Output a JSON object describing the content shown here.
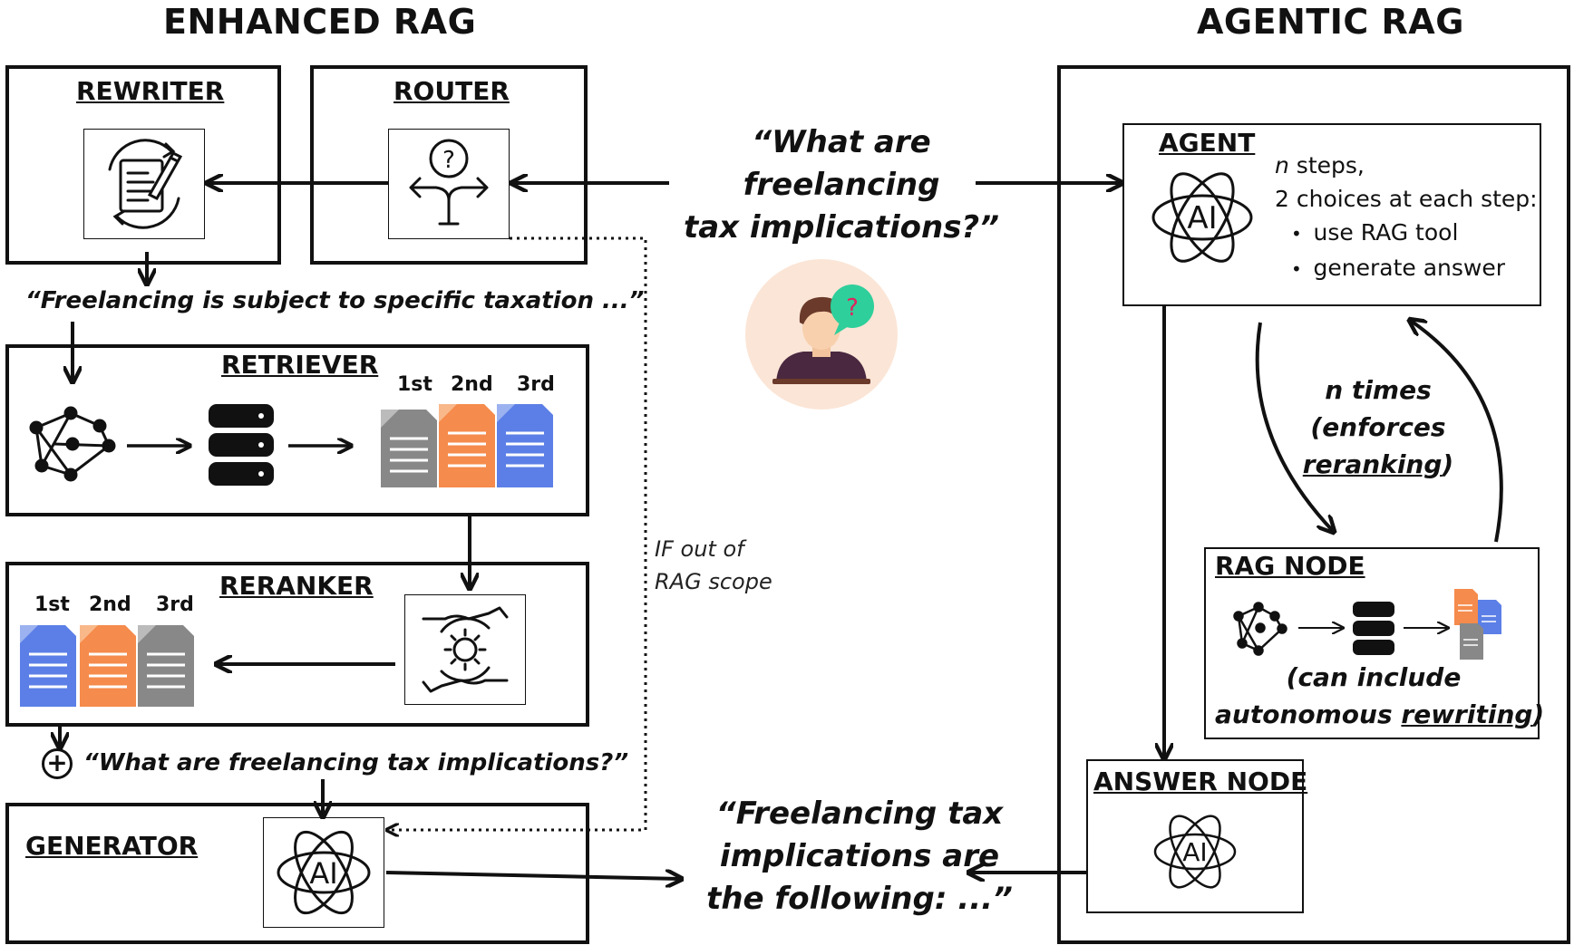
{
  "headings": {
    "enhanced": "ENHANCED RAG",
    "agentic": "AGENTIC RAG"
  },
  "enhanced": {
    "rewriter": "REWRITER",
    "router": "ROUTER",
    "rewritten_query": "“Freelancing is subject to specific taxation ...”",
    "retriever": "RETRIEVER",
    "retriever_ranks": [
      "1st",
      "2nd",
      "3rd"
    ],
    "reranker": "RERANKER",
    "reranker_ranks": [
      "1st",
      "2nd",
      "3rd"
    ],
    "augmented_query": "“What are freelancing tax implications?”",
    "generator": "GENERATOR",
    "out_of_scope": [
      "IF out of",
      "RAG scope"
    ]
  },
  "center": {
    "question_lines": [
      "“What are",
      "freelancing",
      "tax implications?”"
    ],
    "answer_lines": [
      "“Freelancing tax",
      "implications are",
      "the following:  ...”"
    ]
  },
  "agentic": {
    "agent": "AGENT",
    "agent_desc": {
      "n": "n",
      "steps": " steps,",
      "choices": "2 choices at each step:",
      "bullets": [
        "use RAG tool",
        "generate answer"
      ]
    },
    "loop": {
      "line1": "n times",
      "line2": "(enforces",
      "line3_word": "reranking",
      "line3_end": ")"
    },
    "rag_node": "RAG NODE",
    "rag_note": {
      "line1": "(can include",
      "line2_pre": "autonomous ",
      "line2_word": "rewriting",
      "line2_end": ")"
    },
    "answer_node": "ANSWER NODE"
  },
  "icon_labels": {
    "ai": "AI",
    "question_mark": "?",
    "plus": "+"
  },
  "colors": {
    "doc_gray": "#888888",
    "doc_orange": "#f58b4c",
    "doc_blue": "#5b7fe6",
    "avatar_bg": "#fbe5d6",
    "bubble": "#2ecf9b",
    "shirt": "#4a2840"
  }
}
